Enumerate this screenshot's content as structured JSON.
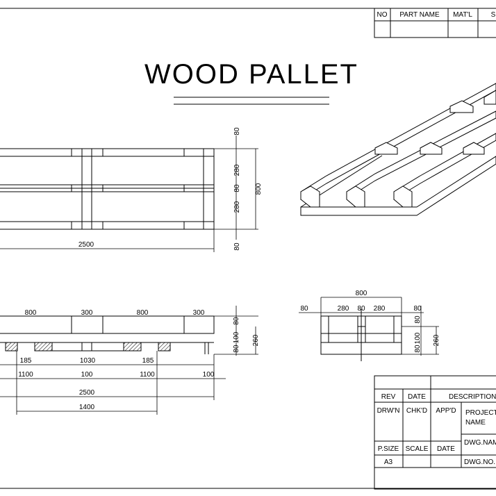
{
  "title": "WOOD PALLET",
  "parts_table": {
    "headers": [
      "NO",
      "PART NAME",
      "MAT'L",
      "S"
    ]
  },
  "title_block": {
    "row1": [
      "REV",
      "DATE",
      "DESCRIPTION O"
    ],
    "row2": [
      "DRW'N",
      "CHK'D",
      "APP'D"
    ],
    "project_name_line1": "PROJECT",
    "project_name_line2": "NAME",
    "dwg_name": "DWG.NAME",
    "row4": [
      "P.SIZE",
      "SCALE",
      "DATE"
    ],
    "psize_value": "A3",
    "dwg_no": "DWG.NO."
  },
  "top_view": {
    "dims_right": [
      "80",
      "280",
      "80",
      "280",
      "80"
    ],
    "overall_height": "800",
    "overall_length": "2500"
  },
  "side_view": {
    "top_dims": [
      "800",
      "300",
      "800",
      "300"
    ],
    "right_dims": [
      "80",
      "100",
      "80",
      "260"
    ],
    "bottom_dims_row1": [
      "185",
      "1030",
      "185"
    ],
    "bottom_dims_row2": [
      "1100",
      "100",
      "1100",
      "100"
    ],
    "overall_length": "2500",
    "base_length": "1400"
  },
  "end_view": {
    "overall_width": "800",
    "top_dims": [
      "80",
      "280",
      "80",
      "280",
      "80"
    ],
    "right_dims": [
      "80",
      "100",
      "80",
      "260"
    ]
  }
}
